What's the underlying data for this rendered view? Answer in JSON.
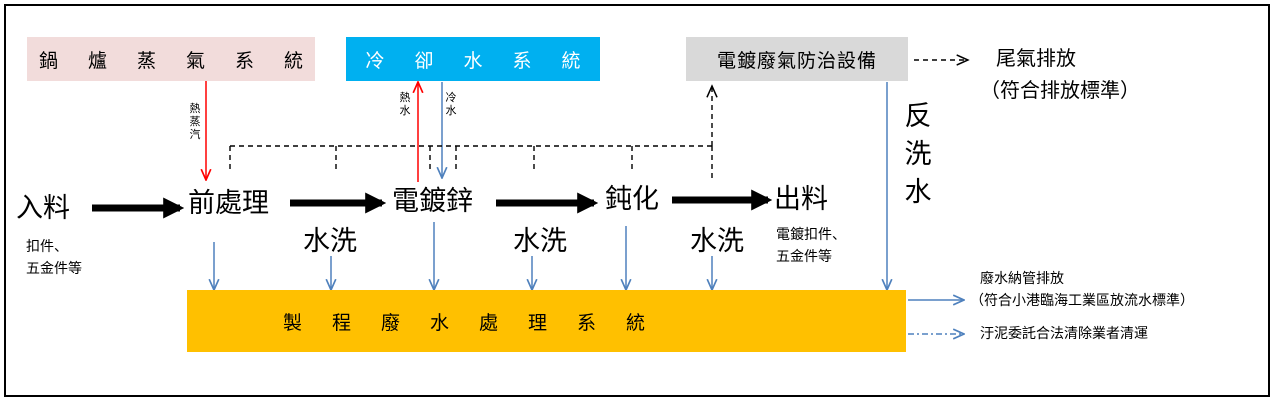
{
  "colors": {
    "boiler": "#f2dcdb",
    "cooling": "#00b0f0",
    "exhaust": "#d9d9d9",
    "wastewater": "#ffc000",
    "hot_line": "#ff0000",
    "blue_line": "#4f81bd"
  },
  "systems": {
    "boiler": "鍋爐蒸氣系統",
    "cooling": "冷卻水系統",
    "exhaust": "電鍍廢氣防治設備",
    "wastewater": "製程廢水處理系統"
  },
  "labels": {
    "steam": "熱蒸汽",
    "hot_water": "熱水",
    "cold_water": "冷水",
    "backwash": "反洗水",
    "emission": "尾氣排放",
    "emission_std": "（符合排放標準）",
    "discharge": "廢水納管排放",
    "discharge_std": "（符合小港臨海工業區放流水標準）",
    "sludge": "汙泥委託合法清除業者清運"
  },
  "process": {
    "input": "入料",
    "input_note1": "扣件、",
    "input_note2": "五金件等",
    "pretreat": "前處理",
    "rinse": "水洗",
    "plating": "電鍍鋅",
    "passivation": "鈍化",
    "output": "出料",
    "output_note1": "電鍍扣件、",
    "output_note2": "五金件等"
  }
}
